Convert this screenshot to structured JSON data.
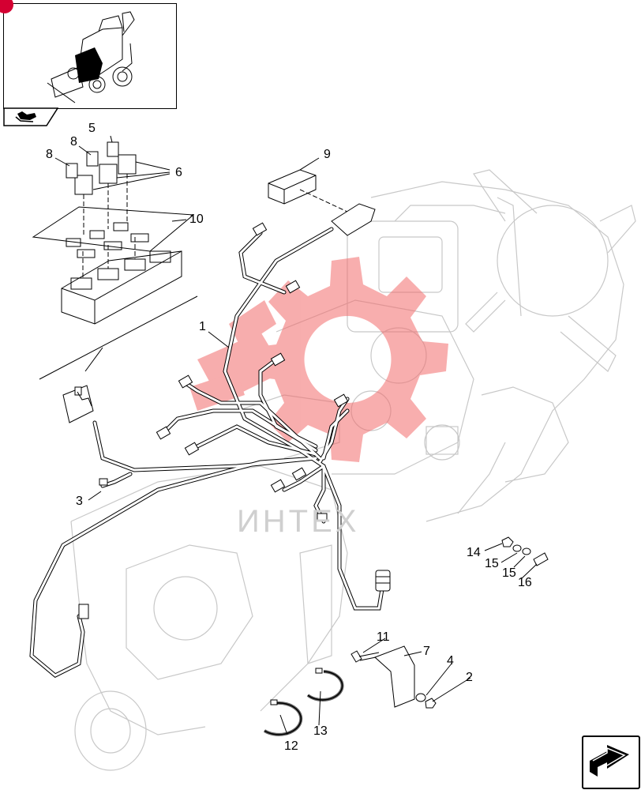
{
  "diagram": {
    "watermark_text": "ИНТЕХ",
    "part_labels": [
      {
        "id": "lbl-1",
        "text": "1"
      },
      {
        "id": "lbl-2",
        "text": "2"
      },
      {
        "id": "lbl-3",
        "text": "3"
      },
      {
        "id": "lbl-4",
        "text": "4"
      },
      {
        "id": "lbl-5",
        "text": "5"
      },
      {
        "id": "lbl-6",
        "text": "6"
      },
      {
        "id": "lbl-7",
        "text": "7"
      },
      {
        "id": "lbl-8a",
        "text": "8"
      },
      {
        "id": "lbl-8b",
        "text": "8"
      },
      {
        "id": "lbl-9",
        "text": "9"
      },
      {
        "id": "lbl-10",
        "text": "10"
      },
      {
        "id": "lbl-11",
        "text": "11"
      },
      {
        "id": "lbl-12",
        "text": "12"
      },
      {
        "id": "lbl-13",
        "text": "13"
      },
      {
        "id": "lbl-14",
        "text": "14"
      },
      {
        "id": "lbl-15a",
        "text": "15"
      },
      {
        "id": "lbl-15b",
        "text": "15"
      },
      {
        "id": "lbl-16",
        "text": "16"
      }
    ]
  },
  "colors": {
    "watermark_red": "#f26b6b",
    "line": "#000000",
    "background_engine": "#c8c8c8",
    "corner_badge": "#d40032"
  },
  "icons": {
    "thumbnail": "tractor-thumbnail-icon",
    "tab": "section-tab-icon",
    "next": "next-page-arrow-icon"
  }
}
